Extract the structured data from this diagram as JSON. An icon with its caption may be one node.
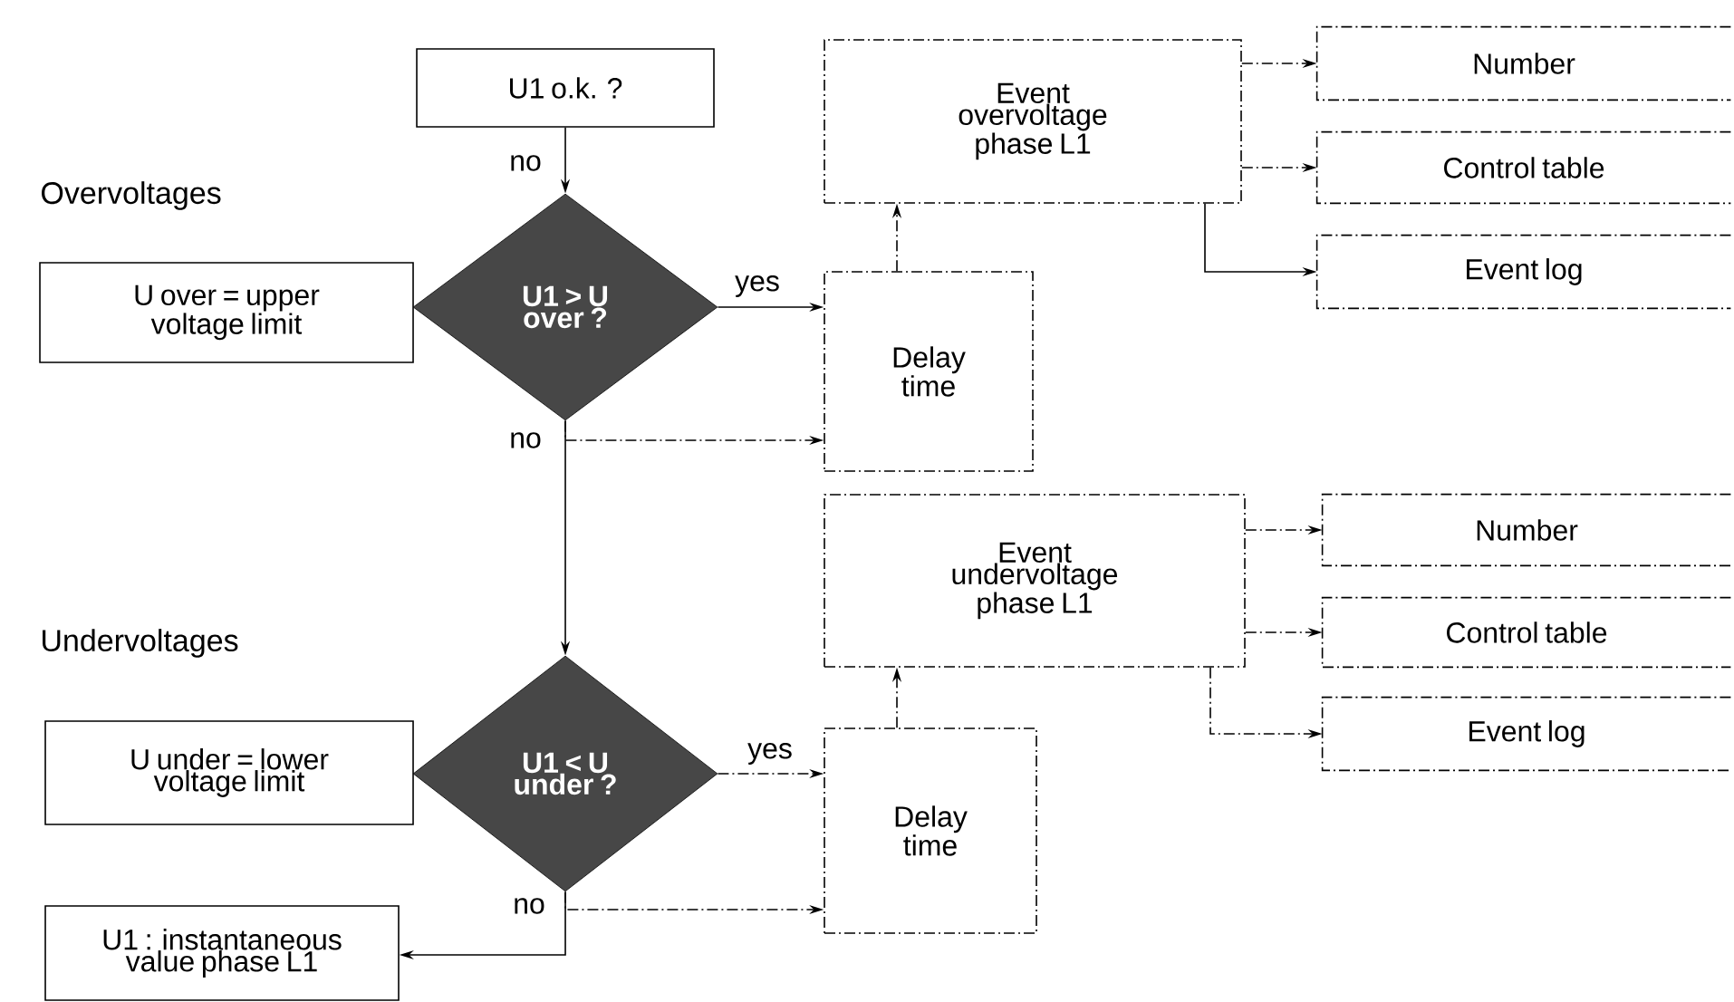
{
  "diagram": {
    "nodes": [
      {
        "text": [
          "U1 o.k. ?"
        ]
      },
      {
        "text": [
          "U over = upper voltage limit"
        ]
      },
      {
        "text": [
          "U1 > U over ?"
        ]
      },
      {
        "text": [
          "Delay time"
        ]
      },
      {
        "text": [
          "Event overvoltage phase L1"
        ]
      },
      {
        "text": [
          "Number"
        ]
      },
      {
        "text": [
          "Control table"
        ]
      },
      {
        "text": [
          "Event log"
        ]
      },
      {
        "text": [
          "U1 < U under ?"
        ]
      },
      {
        "text": [
          "U under = lower voltage limit"
        ]
      },
      {
        "text": [
          "Delay time"
        ]
      },
      {
        "text": [
          "Event undervoltage phase L1"
        ]
      },
      {
        "text": [
          "Number"
        ]
      },
      {
        "text": [
          "Control table"
        ]
      },
      {
        "text": [
          "Event log"
        ]
      },
      {
        "text": [
          "U1 : instantaneous value phase L1"
        ]
      }
    ],
    "edges": [
      {
        "from": 0,
        "to": 2,
        "arrow": "to",
        "label": "no"
      },
      {
        "from": 2,
        "to": 3,
        "arrow": "to",
        "label": "yes"
      },
      {
        "from": 2,
        "to": 3,
        "arrow": "to",
        "label": "no",
        "style": "dashed"
      },
      {
        "from": 2,
        "to": 8,
        "arrow": "to"
      },
      {
        "from": 3,
        "to": 4,
        "arrow": "to",
        "style": "dashed"
      },
      {
        "from": 4,
        "to": 5,
        "arrow": "to",
        "style": "dashed"
      },
      {
        "from": 4,
        "to": 6,
        "arrow": "to",
        "style": "dashed"
      },
      {
        "from": 4,
        "to": 7,
        "arrow": "to"
      },
      {
        "from": 8,
        "to": 10,
        "arrow": "to",
        "label": "yes",
        "style": "dashed"
      },
      {
        "from": 8,
        "to": 10,
        "arrow": "to",
        "label": "no",
        "style": "dashed"
      },
      {
        "from": 8,
        "to": 15,
        "arrow": "to"
      },
      {
        "from": 10,
        "to": 11,
        "arrow": "to",
        "style": "dashed"
      },
      {
        "from": 11,
        "to": 12,
        "arrow": "to",
        "style": "dashed"
      },
      {
        "from": 11,
        "to": 13,
        "arrow": "to",
        "style": "dashed"
      },
      {
        "from": 11,
        "to": 14,
        "arrow": "to",
        "style": "dashed"
      }
    ],
    "labels": [
      "Overvoltages",
      "Undervoltages"
    ]
  }
}
